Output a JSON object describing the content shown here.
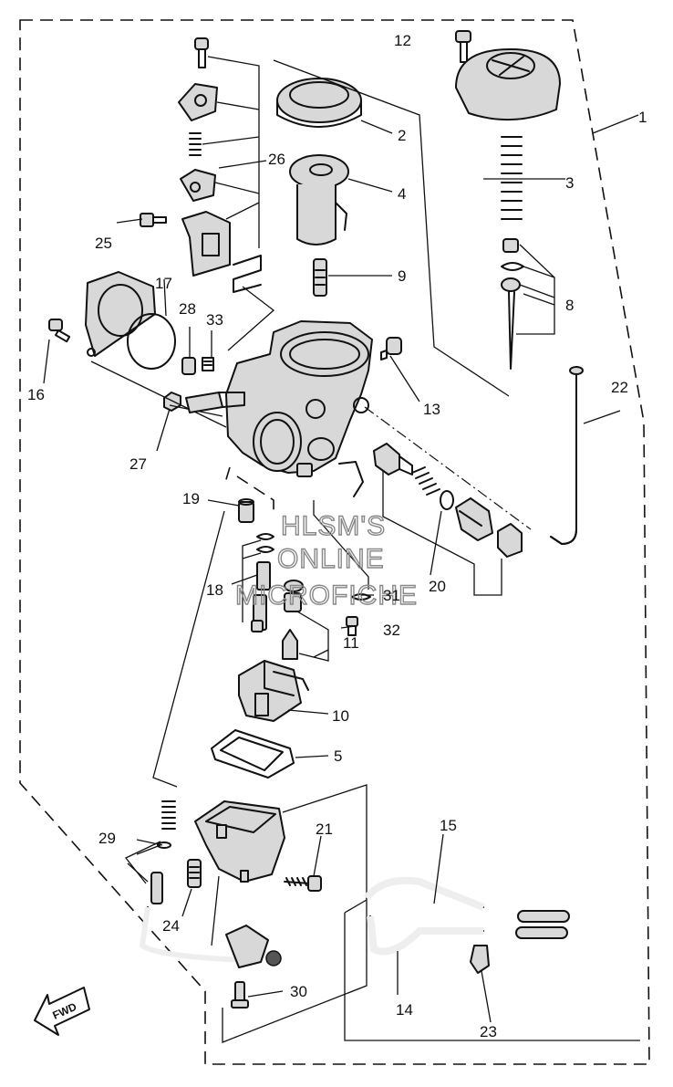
{
  "watermark": {
    "line1": "HLSM'S",
    "line2": "ONLINE",
    "line3": "MICROFICHE"
  },
  "fwd_label": "FWD",
  "callouts": [
    "1",
    "2",
    "3",
    "4",
    "5",
    "8",
    "9",
    "10",
    "11",
    "12",
    "13",
    "14",
    "15",
    "16",
    "17",
    "18",
    "19",
    "20",
    "21",
    "22",
    "23",
    "24",
    "25",
    "26",
    "27",
    "28",
    "29",
    "30",
    "31",
    "32",
    "33"
  ]
}
